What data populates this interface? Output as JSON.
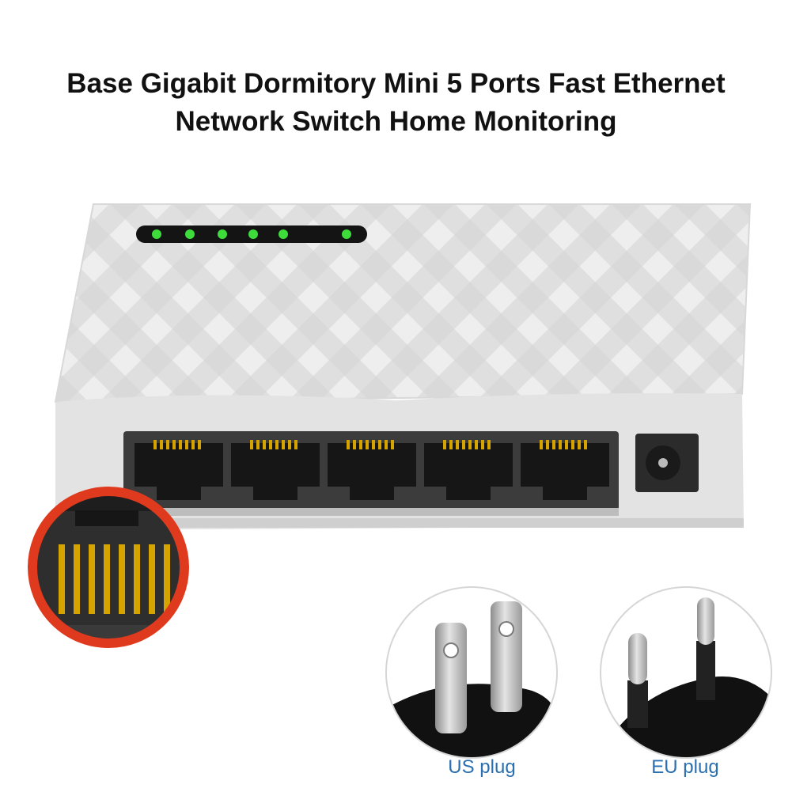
{
  "title": {
    "line1": "Base Gigabit Dormitory Mini 5 Ports Fast Ethernet",
    "line2": "Network Switch Home Monitoring"
  },
  "switch": {
    "port_count": 5,
    "led_count": 6,
    "led_color": "#3ddc3a",
    "body_color": "#e6e6e6",
    "pattern_color": "#cfcfcf"
  },
  "plugs": {
    "us_label": "US plug",
    "eu_label": "EU plug"
  },
  "colors": {
    "caption": "#2a6fb0",
    "magnifier_ring": "#e03a1e",
    "pin_gold": "#d6a400"
  }
}
